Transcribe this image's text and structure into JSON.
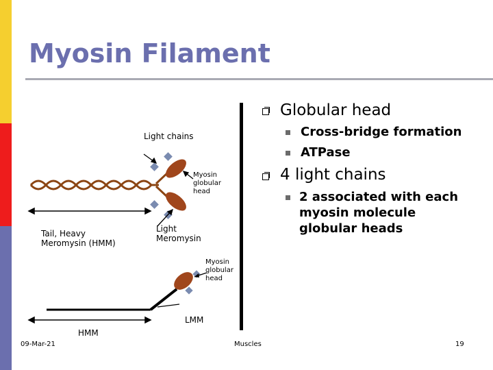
{
  "slide": {
    "title": "Myosin Filament",
    "accent_colors": [
      "#f5cf2f",
      "#ee1c1c",
      "#6b6fae"
    ],
    "title_color": "#6b6fae"
  },
  "bullets": {
    "b1": {
      "text": "Globular head",
      "sub": [
        "Cross-bridge formation",
        "ATPase"
      ]
    },
    "b2": {
      "text": "4 light chains",
      "sub": [
        "2 associated with each myosin molecule globular heads"
      ]
    }
  },
  "diagram": {
    "light_chains": "Light chains",
    "myosin_head_top": "Myosin globular head",
    "tail_heavy": "Tail, Heavy Meromysin (HMM)",
    "light_meromysin": "Light Meromysin",
    "myosin_head_bottom": "Myosin globular head",
    "lmm": "LMM",
    "hmm": "HMM"
  },
  "footer": {
    "date": "09-Mar-21",
    "center": "Muscles",
    "page": "19"
  }
}
